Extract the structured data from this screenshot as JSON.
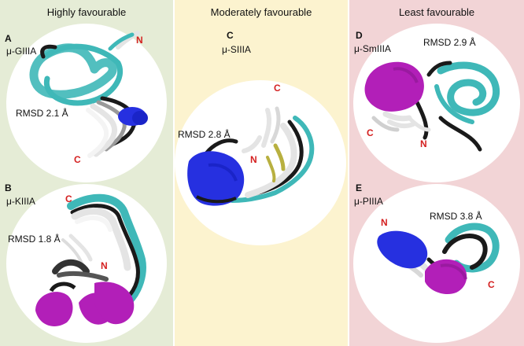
{
  "columns": [
    {
      "title": "Highly favourable",
      "color": "#e5ecd6"
    },
    {
      "title": "Moderately favourable",
      "color": "#fcf3cf"
    },
    {
      "title": "Least favourable",
      "color": "#f2d4d6"
    }
  ],
  "panels": {
    "A": {
      "letter": "A",
      "peptide": "μ-GIIIA",
      "rmsd": "RMSD 2.1 Å",
      "n_label": "N",
      "c_label": "C"
    },
    "B": {
      "letter": "B",
      "peptide": "μ-KIIIA",
      "rmsd": "RMSD 1.8 Å",
      "n_label": "N",
      "c_label": "C"
    },
    "C": {
      "letter": "C",
      "peptide": "μ-SIIIA",
      "rmsd": "RMSD 2.8 Å",
      "n_label": "N",
      "c_label": "C"
    },
    "D": {
      "letter": "D",
      "peptide": "μ-SmIIIA",
      "rmsd": "RMSD 2.9 Å",
      "n_label": "N",
      "c_label": "C"
    },
    "E": {
      "letter": "E",
      "peptide": "μ-PIIIA",
      "rmsd": "RMSD 3.8 Å",
      "n_label": "N",
      "c_label": "C"
    }
  },
  "colors": {
    "helix_magenta": "#b21fb8",
    "helix_blue": "#2630e0",
    "coil_cyan": "#3fb8b8",
    "backbone_black": "#1a1a1a",
    "trace_white": "#e4e4e4",
    "disulfide_yellow": "#b8b040",
    "terminus_red": "#d42020"
  }
}
